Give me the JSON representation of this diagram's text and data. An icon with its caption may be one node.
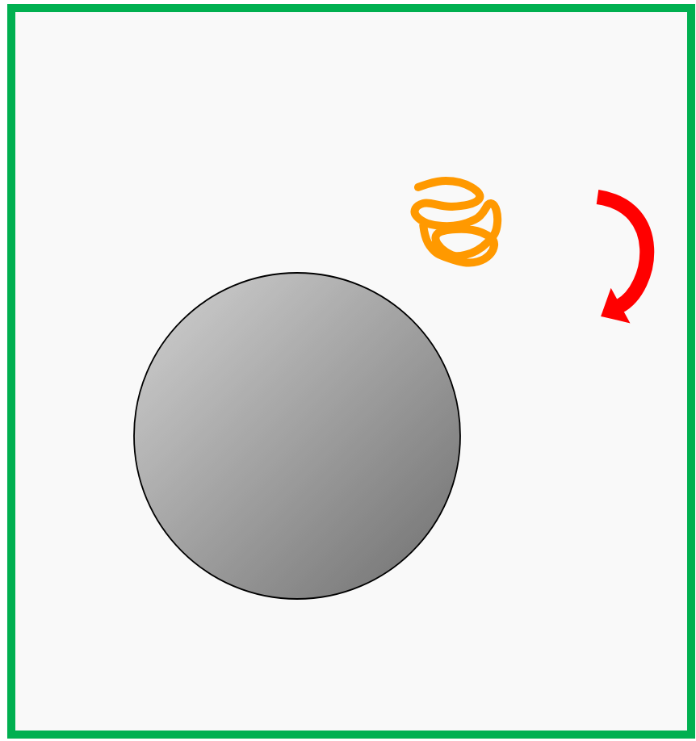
{
  "diagram": {
    "nodes": [
      {
        "text": [],
        "shape": "box"
      },
      {
        "text": [],
        "shape": "circle",
        "in": 0
      },
      {
        "text": [],
        "shape": "picture",
        "in": 0
      }
    ]
  }
}
